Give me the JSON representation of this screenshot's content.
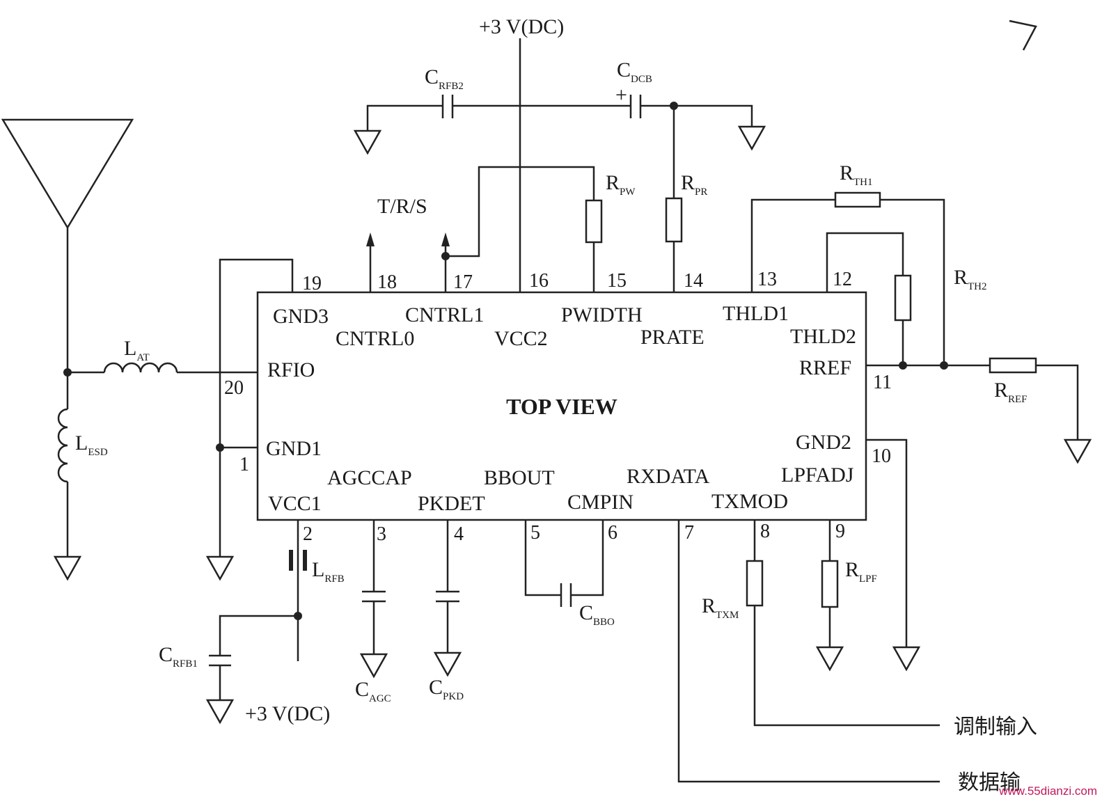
{
  "chip": {
    "title": "TOP VIEW",
    "pin_labels": {
      "gnd3": "GND3",
      "cntrl0": "CNTRL0",
      "cntrl1": "CNTRL1",
      "vcc2": "VCC2",
      "pwidth": "PWIDTH",
      "prate": "PRATE",
      "thld1": "THLD1",
      "thld2": "THLD2",
      "rfio": "RFIO",
      "rref": "RREF",
      "gnd1": "GND1",
      "gnd2": "GND2",
      "agccap": "AGCCAP",
      "bbout": "BBOUT",
      "rxdata": "RXDATA",
      "lpfadj": "LPFADJ",
      "vcc1": "VCC1",
      "pkdet": "PKDET",
      "cmpin": "CMPIN",
      "txmod": "TXMOD"
    },
    "pin_numbers": {
      "p1": "1",
      "p2": "2",
      "p3": "3",
      "p4": "4",
      "p5": "5",
      "p6": "6",
      "p7": "7",
      "p8": "8",
      "p9": "9",
      "p10": "10",
      "p11": "11",
      "p12": "12",
      "p13": "13",
      "p14": "14",
      "p15": "15",
      "p16": "16",
      "p17": "17",
      "p18": "18",
      "p19": "19",
      "p20": "20"
    }
  },
  "supply": {
    "top": "+3 V(DC)",
    "bottom": "+3 V(DC)"
  },
  "control_label": "T/R/S",
  "components": {
    "l_at": {
      "main": "L",
      "sub": "AT"
    },
    "l_esd": {
      "main": "L",
      "sub": "ESD"
    },
    "l_rfb": {
      "main": "L",
      "sub": "RFB"
    },
    "c_rfb1": {
      "main": "C",
      "sub": "RFB1"
    },
    "c_rfb2": {
      "main": "C",
      "sub": "RFB2"
    },
    "c_dcb": {
      "main": "C",
      "sub": "DCB"
    },
    "c_agc": {
      "main": "C",
      "sub": "AGC"
    },
    "c_pkd": {
      "main": "C",
      "sub": "PKD"
    },
    "c_bbo": {
      "main": "C",
      "sub": "BBO"
    },
    "r_pw": {
      "main": "R",
      "sub": "PW"
    },
    "r_pr": {
      "main": "R",
      "sub": "PR"
    },
    "r_th1": {
      "main": "R",
      "sub": "TH1"
    },
    "r_th2": {
      "main": "R",
      "sub": "TH2"
    },
    "r_ref": {
      "main": "R",
      "sub": "REF"
    },
    "r_txm": {
      "main": "R",
      "sub": "TXM"
    },
    "r_lpf": {
      "main": "R",
      "sub": "LPF"
    }
  },
  "signals": {
    "mod_in": "调制输入",
    "data_out": "数据输"
  },
  "dcb_polarity": "+",
  "watermark": "www.55dianzi.com"
}
